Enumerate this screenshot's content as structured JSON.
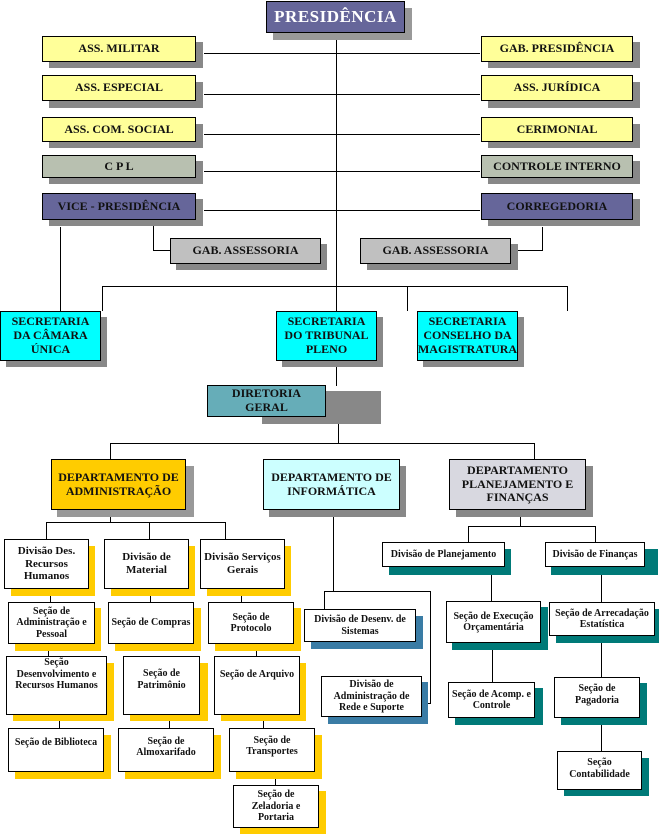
{
  "colors": {
    "presidencia": "#66669a",
    "yellow_pale": "#ffff99",
    "gray_green": "#b8c0b0",
    "purple": "#66669a",
    "gray_light": "#c0c0c0",
    "cyan": "#00ffff",
    "teal": "#66adb8",
    "gold": "#ffcc00",
    "light_cyan": "#ccffff",
    "lavender": "#d8d8e0",
    "white": "#ffffff",
    "shadow_gray": "#888888",
    "shadow_gold": "#ffcc00",
    "shadow_blue": "#3a7ca5",
    "shadow_teal": "#007a78"
  },
  "top": {
    "presidencia": "PRESIDÊNCIA",
    "left": [
      "ASS. MILITAR",
      "ASS. ESPECIAL",
      "ASS. COM. SOCIAL",
      "C P L",
      "VICE - PRESIDÊNCIA"
    ],
    "right": [
      "GAB. PRESIDÊNCIA",
      "ASS. JURÍDICA",
      "CERIMONIAL",
      "CONTROLE INTERNO",
      "CORREGEDORIA"
    ],
    "gab_assessoria_left": "GAB. ASSESSORIA",
    "gab_assessoria_right": "GAB. ASSESSORIA"
  },
  "secretarias": [
    "SECRETARIA DA CÂMARA ÚNICA",
    "SECRETARIA DO TRIBUNAL PLENO",
    "SECRETARIA CONSELHO DA MAGISTRATURA"
  ],
  "diretoria": "DIRETORIA GERAL",
  "departamentos": {
    "administracao": {
      "label": "DEPARTAMENTO DE ADMINISTRAÇÃO",
      "divisoes": [
        {
          "label": "Divisão Des. Recursos Humanos",
          "secoes": [
            "Seção de Administração e Pessoal",
            "Seção Desenvolvimento e Recursos Humanos",
            "Seção de Biblioteca"
          ]
        },
        {
          "label": "Divisão de Material",
          "secoes": [
            "Seção de Compras",
            "Seção de Patrimônio",
            "Seção de Almoxarifado"
          ]
        },
        {
          "label": "Divisão Serviços Gerais",
          "secoes": [
            "Seção de Protocolo",
            "Seção de Arquivo",
            "Seção de Transportes",
            "Seção de Zeladoria e Portaria"
          ]
        }
      ]
    },
    "informatica": {
      "label": "DEPARTAMENTO DE INFORMÁTICA",
      "divisoes": [
        "Divisão de Desenv. de Sistemas",
        "Divisão de Administração de Rede e Suporte"
      ]
    },
    "planejamento": {
      "label": "DEPARTAMENTO PLANEJAMENTO E FINANÇAS",
      "divisoes": [
        {
          "label": "Divisão de Planejamento",
          "secoes": [
            "Seção de Execução Orçamentária",
            "Seção de Acomp. e Controle"
          ]
        },
        {
          "label": "Divisão de Finanças",
          "secoes": [
            "Seção de Arrecadação Estatística",
            "Seção de Pagadoria",
            "Seção Contabilidade"
          ]
        }
      ]
    }
  }
}
